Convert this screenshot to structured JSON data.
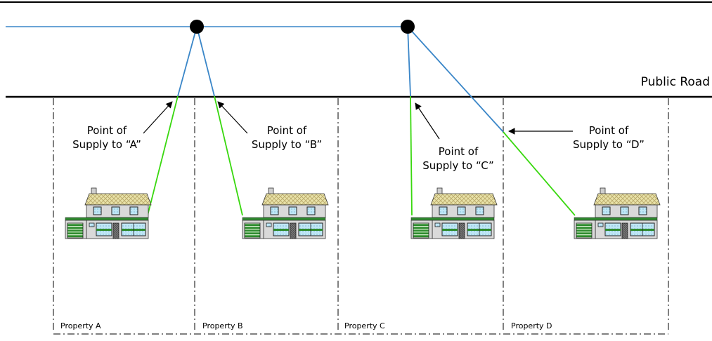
{
  "road_label": "Public Road",
  "colors": {
    "service_main": "#3a86c8",
    "consumer_line": "#39d80f",
    "boundary": "#000000"
  },
  "supply_points": [
    {
      "id": "A",
      "label_line1": "Point of",
      "label_line2": "Supply to “A”"
    },
    {
      "id": "B",
      "label_line1": "Point of",
      "label_line2": "Supply to “B”"
    },
    {
      "id": "C",
      "label_line1": "Point of",
      "label_line2": "Supply to “C”"
    },
    {
      "id": "D",
      "label_line1": "Point of",
      "label_line2": "Supply to “D”"
    }
  ],
  "properties": [
    {
      "id": "A",
      "label": "Property A"
    },
    {
      "id": "B",
      "label": "Property B"
    },
    {
      "id": "C",
      "label": "Property C"
    },
    {
      "id": "D",
      "label": "Property D"
    }
  ]
}
